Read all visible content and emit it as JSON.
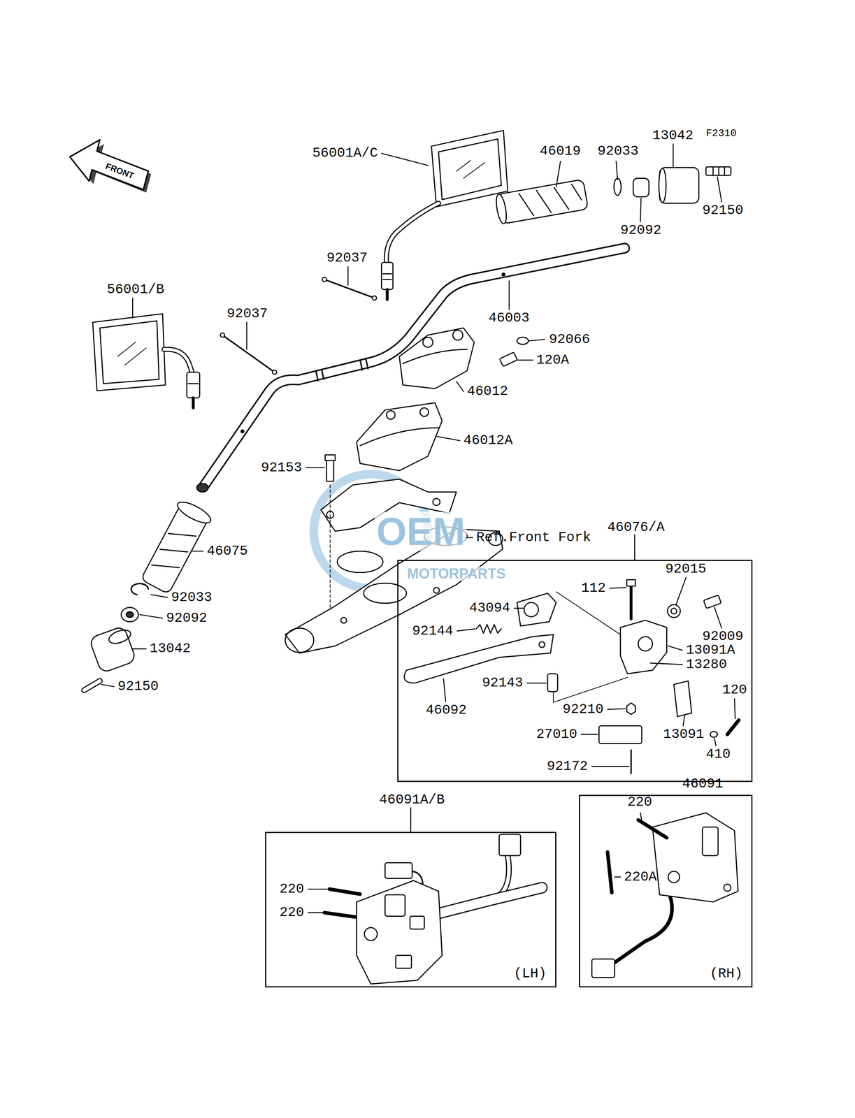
{
  "diagram": {
    "nodes": [
      {
        "text": [
          "46076/A"
        ]
      },
      {
        "text": [
          "46091A/B",
          "(LH)"
        ]
      },
      {
        "text": [
          "46091",
          "(RH)"
        ]
      }
    ],
    "labels": [
      "F2310",
      "FRONT",
      "56001A/C",
      "46019",
      "92033",
      "13042",
      "92150",
      "92092",
      "92037",
      "56001/B",
      "92037",
      "46003",
      "92066",
      "120A",
      "46012",
      "46012A",
      "92153",
      "Ref.Front Fork",
      "46075",
      "92033",
      "92092",
      "13042",
      "92150",
      "92015",
      "112",
      "43094",
      "92009",
      "92144",
      "13091A",
      "13280",
      "92143",
      "120",
      "46092",
      "92210",
      "13091",
      "27010",
      "410",
      "92172",
      "220",
      "220",
      "220",
      "220A",
      "OEM",
      "MOTORPARTS"
    ]
  }
}
